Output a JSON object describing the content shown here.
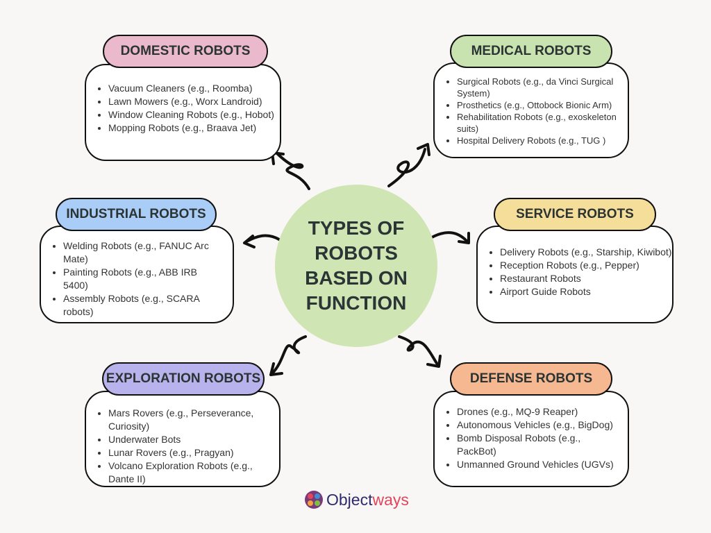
{
  "center": {
    "title": "TYPES OF ROBOTS BASED ON FUNCTION"
  },
  "categories": [
    {
      "title": "DOMESTIC ROBOTS",
      "color": "#ebb9cc",
      "items": [
        "Vacuum Cleaners (e.g., Roomba)",
        "Lawn Mowers (e.g., Worx Landroid)",
        "Window Cleaning Robots (e.g., Hobot)",
        "Mopping Robots (e.g., Braava Jet)"
      ]
    },
    {
      "title": "MEDICAL ROBOTS",
      "color": "#c9e3b0",
      "items": [
        "Surgical Robots (e.g., da Vinci Surgical System)",
        "Prosthetics (e.g., Ottobock Bionic Arm)",
        "Rehabilitation Robots (e.g., exoskeleton suits)",
        "Hospital Delivery Robots (e.g., TUG )"
      ]
    },
    {
      "title": "INDUSTRIAL ROBOTS",
      "color": "#a9cdf6",
      "items": [
        "Welding Robots (e.g., FANUC Arc Mate)",
        "Painting Robots (e.g., ABB IRB 5400)",
        "Assembly Robots (e.g., SCARA robots)"
      ]
    },
    {
      "title": "SERVICE ROBOTS",
      "color": "#f5dd9a",
      "items": [
        "Delivery Robots (e.g., Starship, Kiwibot)",
        "Reception Robots (e.g., Pepper)",
        "Restaurant Robots",
        "Airport Guide Robots"
      ]
    },
    {
      "title": "EXPLORATION ROBOTS",
      "color": "#b8b3ec",
      "items": [
        "Mars Rovers (e.g., Perseverance, Curiosity)",
        "Underwater Bots",
        "Lunar Rovers (e.g., Pragyan)",
        "Volcano Exploration Robots (e.g., Dante II)"
      ]
    },
    {
      "title": "DEFENSE ROBOTS",
      "color": "#f6b891",
      "items": [
        "Drones (e.g., MQ-9 Reaper)",
        "Autonomous Vehicles (e.g., BigDog)",
        "Bomb Disposal Robots (e.g., PackBot)",
        "Unmanned Ground Vehicles (UGVs)"
      ]
    }
  ],
  "logo": {
    "brand": "Object",
    "brand_accent": "ways"
  }
}
